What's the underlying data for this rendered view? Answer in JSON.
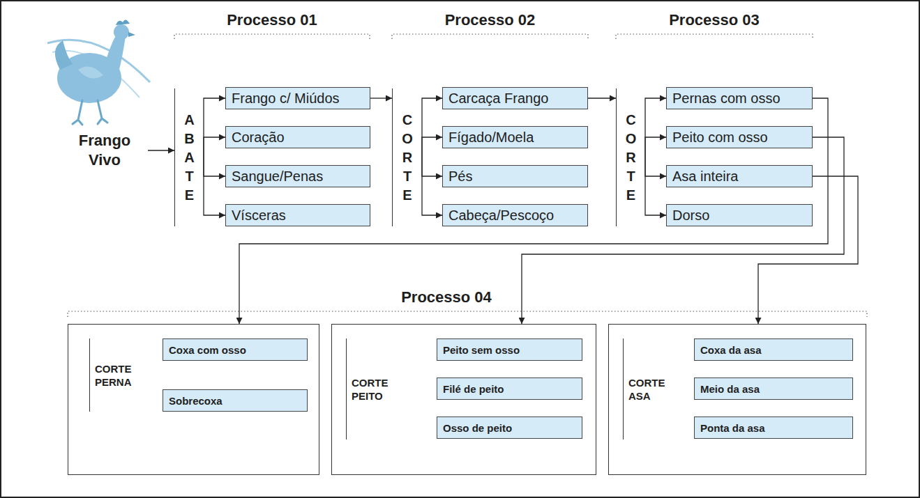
{
  "diagram": {
    "nodes": [
      {
        "text": [
          "Frango Vivo"
        ]
      },
      {
        "text": [
          "ABATE"
        ]
      },
      {
        "text": [
          "Frango c/ Miúdos"
        ]
      },
      {
        "text": [
          "Coração"
        ]
      },
      {
        "text": [
          "Sangue/Penas"
        ]
      },
      {
        "text": [
          "Vísceras"
        ]
      },
      {
        "text": [
          "CORTE"
        ]
      },
      {
        "text": [
          "Carcaça Frango"
        ]
      },
      {
        "text": [
          "Fígado/Moela"
        ]
      },
      {
        "text": [
          "Pés"
        ]
      },
      {
        "text": [
          "Cabeça/Pescoço"
        ]
      },
      {
        "text": [
          "CORTE"
        ]
      },
      {
        "text": [
          "Pernas com osso"
        ]
      },
      {
        "text": [
          "Peito com osso"
        ]
      },
      {
        "text": [
          "Asa inteira"
        ]
      },
      {
        "text": [
          "Dorso"
        ]
      },
      {
        "text": [
          "CORTE PERNA"
        ]
      },
      {
        "text": [
          "Coxa com osso"
        ],
        "in": 16
      },
      {
        "text": [
          "Sobrecoxa"
        ],
        "in": 16
      },
      {
        "text": [
          "CORTE PEITO"
        ]
      },
      {
        "text": [
          "Peito sem osso"
        ],
        "in": 19
      },
      {
        "text": [
          "Filé de peito"
        ],
        "in": 19
      },
      {
        "text": [
          "Osso de peito"
        ],
        "in": 19
      },
      {
        "text": [
          "CORTE ASA"
        ]
      },
      {
        "text": [
          "Coxa da asa"
        ],
        "in": 23
      },
      {
        "text": [
          "Meio da asa"
        ],
        "in": 23
      },
      {
        "text": [
          "Ponta da asa"
        ],
        "in": 23
      }
    ],
    "edges": [
      {
        "from": 0,
        "to": 1,
        "arrow": "to"
      },
      {
        "from": 1,
        "to": 2,
        "arrow": "to"
      },
      {
        "from": 1,
        "to": 3,
        "arrow": "to"
      },
      {
        "from": 1,
        "to": 4,
        "arrow": "to"
      },
      {
        "from": 1,
        "to": 5,
        "arrow": "to"
      },
      {
        "from": 2,
        "to": 6,
        "arrow": "to"
      },
      {
        "from": 6,
        "to": 7,
        "arrow": "to"
      },
      {
        "from": 6,
        "to": 8,
        "arrow": "to"
      },
      {
        "from": 6,
        "to": 9,
        "arrow": "to"
      },
      {
        "from": 6,
        "to": 10,
        "arrow": "to"
      },
      {
        "from": 7,
        "to": 11,
        "arrow": "to"
      },
      {
        "from": 11,
        "to": 12,
        "arrow": "to"
      },
      {
        "from": 11,
        "to": 13,
        "arrow": "to"
      },
      {
        "from": 11,
        "to": 14,
        "arrow": "to"
      },
      {
        "from": 11,
        "to": 15,
        "arrow": "to"
      },
      {
        "from": 12,
        "to": 16,
        "arrow": "to"
      },
      {
        "from": 13,
        "to": 19,
        "arrow": "to"
      },
      {
        "from": 14,
        "to": 23,
        "arrow": "to"
      },
      {
        "from": 16,
        "to": 17,
        "arrow": "to"
      },
      {
        "from": 16,
        "to": 18,
        "arrow": "to"
      },
      {
        "from": 19,
        "to": 20,
        "arrow": "to"
      },
      {
        "from": 19,
        "to": 21,
        "arrow": "to"
      },
      {
        "from": 19,
        "to": 22,
        "arrow": "to"
      },
      {
        "from": 23,
        "to": 24,
        "arrow": "to"
      },
      {
        "from": 23,
        "to": 25,
        "arrow": "to"
      },
      {
        "from": 23,
        "to": 26,
        "arrow": "to"
      }
    ],
    "labels": [
      "Processo 01",
      "Processo 02",
      "Processo 03",
      "Processo 04"
    ]
  }
}
